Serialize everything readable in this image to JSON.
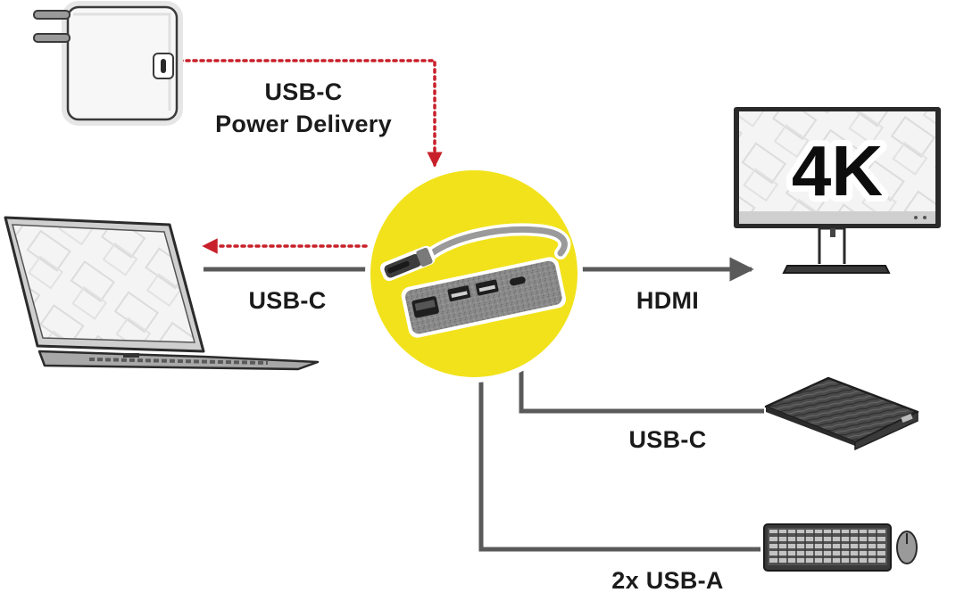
{
  "labels": {
    "power_delivery_line1": "USB-C",
    "power_delivery_line2": "Power Delivery",
    "laptop_connection": "USB-C",
    "monitor_connection": "HDMI",
    "monitor_resolution": "4K",
    "drive_connection": "USB-C",
    "keyboard_connection": "2x USB-A"
  },
  "colors": {
    "hub_circle": "#f2e21c",
    "power_arrow": "#c8202a",
    "connection_line": "#5a5a5a"
  },
  "icons": {
    "charger": "usb-c-power-adapter-icon",
    "laptop": "laptop-icon",
    "hub": "usb-c-hub-icon",
    "monitor": "monitor-icon",
    "drive": "external-drive-icon",
    "keyboard": "keyboard-mouse-icon"
  }
}
